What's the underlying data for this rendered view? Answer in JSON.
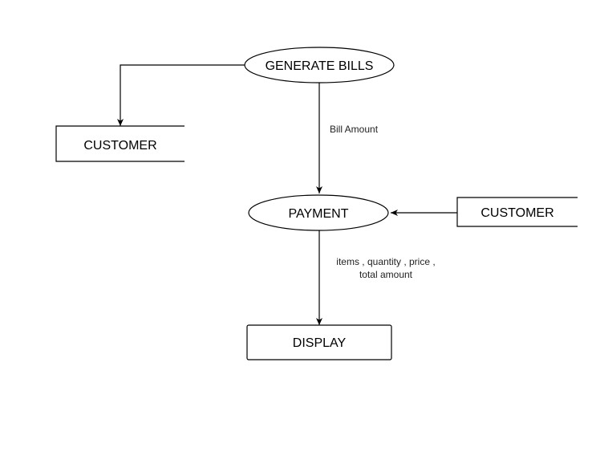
{
  "diagram": {
    "stroke_color": "#000000",
    "fill_color": "#ffffff",
    "nodes": {
      "generate_bills": {
        "label": "GENERATE BILLS",
        "shape": "ellipse"
      },
      "payment": {
        "label": "PAYMENT",
        "shape": "ellipse"
      },
      "customer_left": {
        "label": "CUSTOMER",
        "shape": "open-rectangle"
      },
      "customer_right": {
        "label": "CUSTOMER",
        "shape": "open-rectangle"
      },
      "display": {
        "label": "DISPLAY",
        "shape": "rounded-rectangle"
      }
    },
    "edges": {
      "bill_amount": {
        "label": "Bill Amount"
      },
      "payment_details": {
        "label_line1": "items , quantity , price ,",
        "label_line2": "total amount"
      }
    }
  }
}
